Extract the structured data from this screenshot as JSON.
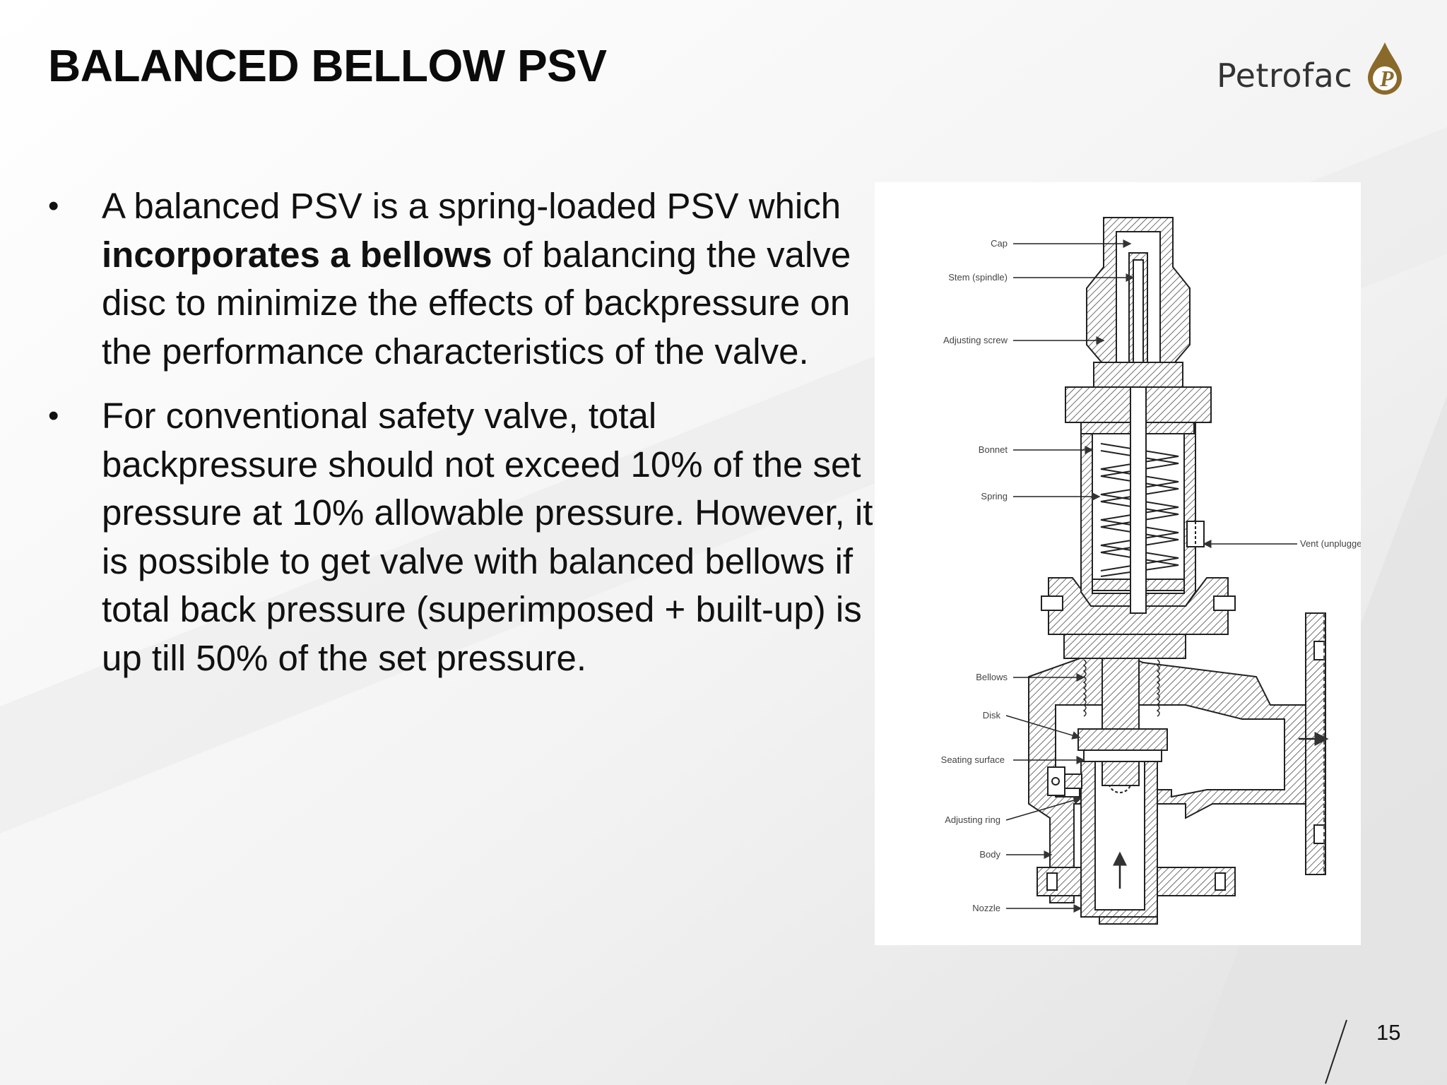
{
  "slide": {
    "title": "BALANCED BELLOW PSV",
    "page_number": "15"
  },
  "logo": {
    "name": "Petrofac",
    "mark_letter": "P"
  },
  "bullets": [
    {
      "pre": "A balanced PSV is a spring-loaded PSV which ",
      "bold": "incorporates a bellows",
      "post": " of balancing the valve disc to minimize the effects of backpressure on the performance characteristics of the valve."
    },
    {
      "text": "For conventional safety valve, total backpressure should not exceed 10% of the set pressure at 10% allowable pressure. However, it is possible to get valve with balanced bellows if total back pressure (superimposed + built-up) is up till 50% of the set pressure."
    }
  ],
  "diagram": {
    "labels": {
      "cap": "Cap",
      "stem": "Stem (spindle)",
      "adjusting_screw": "Adjusting screw",
      "bonnet": "Bonnet",
      "spring": "Spring",
      "vent": "Vent (unplugged)",
      "bellows": "Bellows",
      "disk": "Disk",
      "seating_surface": "Seating surface",
      "adjusting_ring": "Adjusting ring",
      "body": "Body",
      "nozzle": "Nozzle"
    }
  },
  "colors": {
    "title": "#0b0b0b",
    "text": "#111111",
    "logo_drop": "#8a6a2a"
  }
}
